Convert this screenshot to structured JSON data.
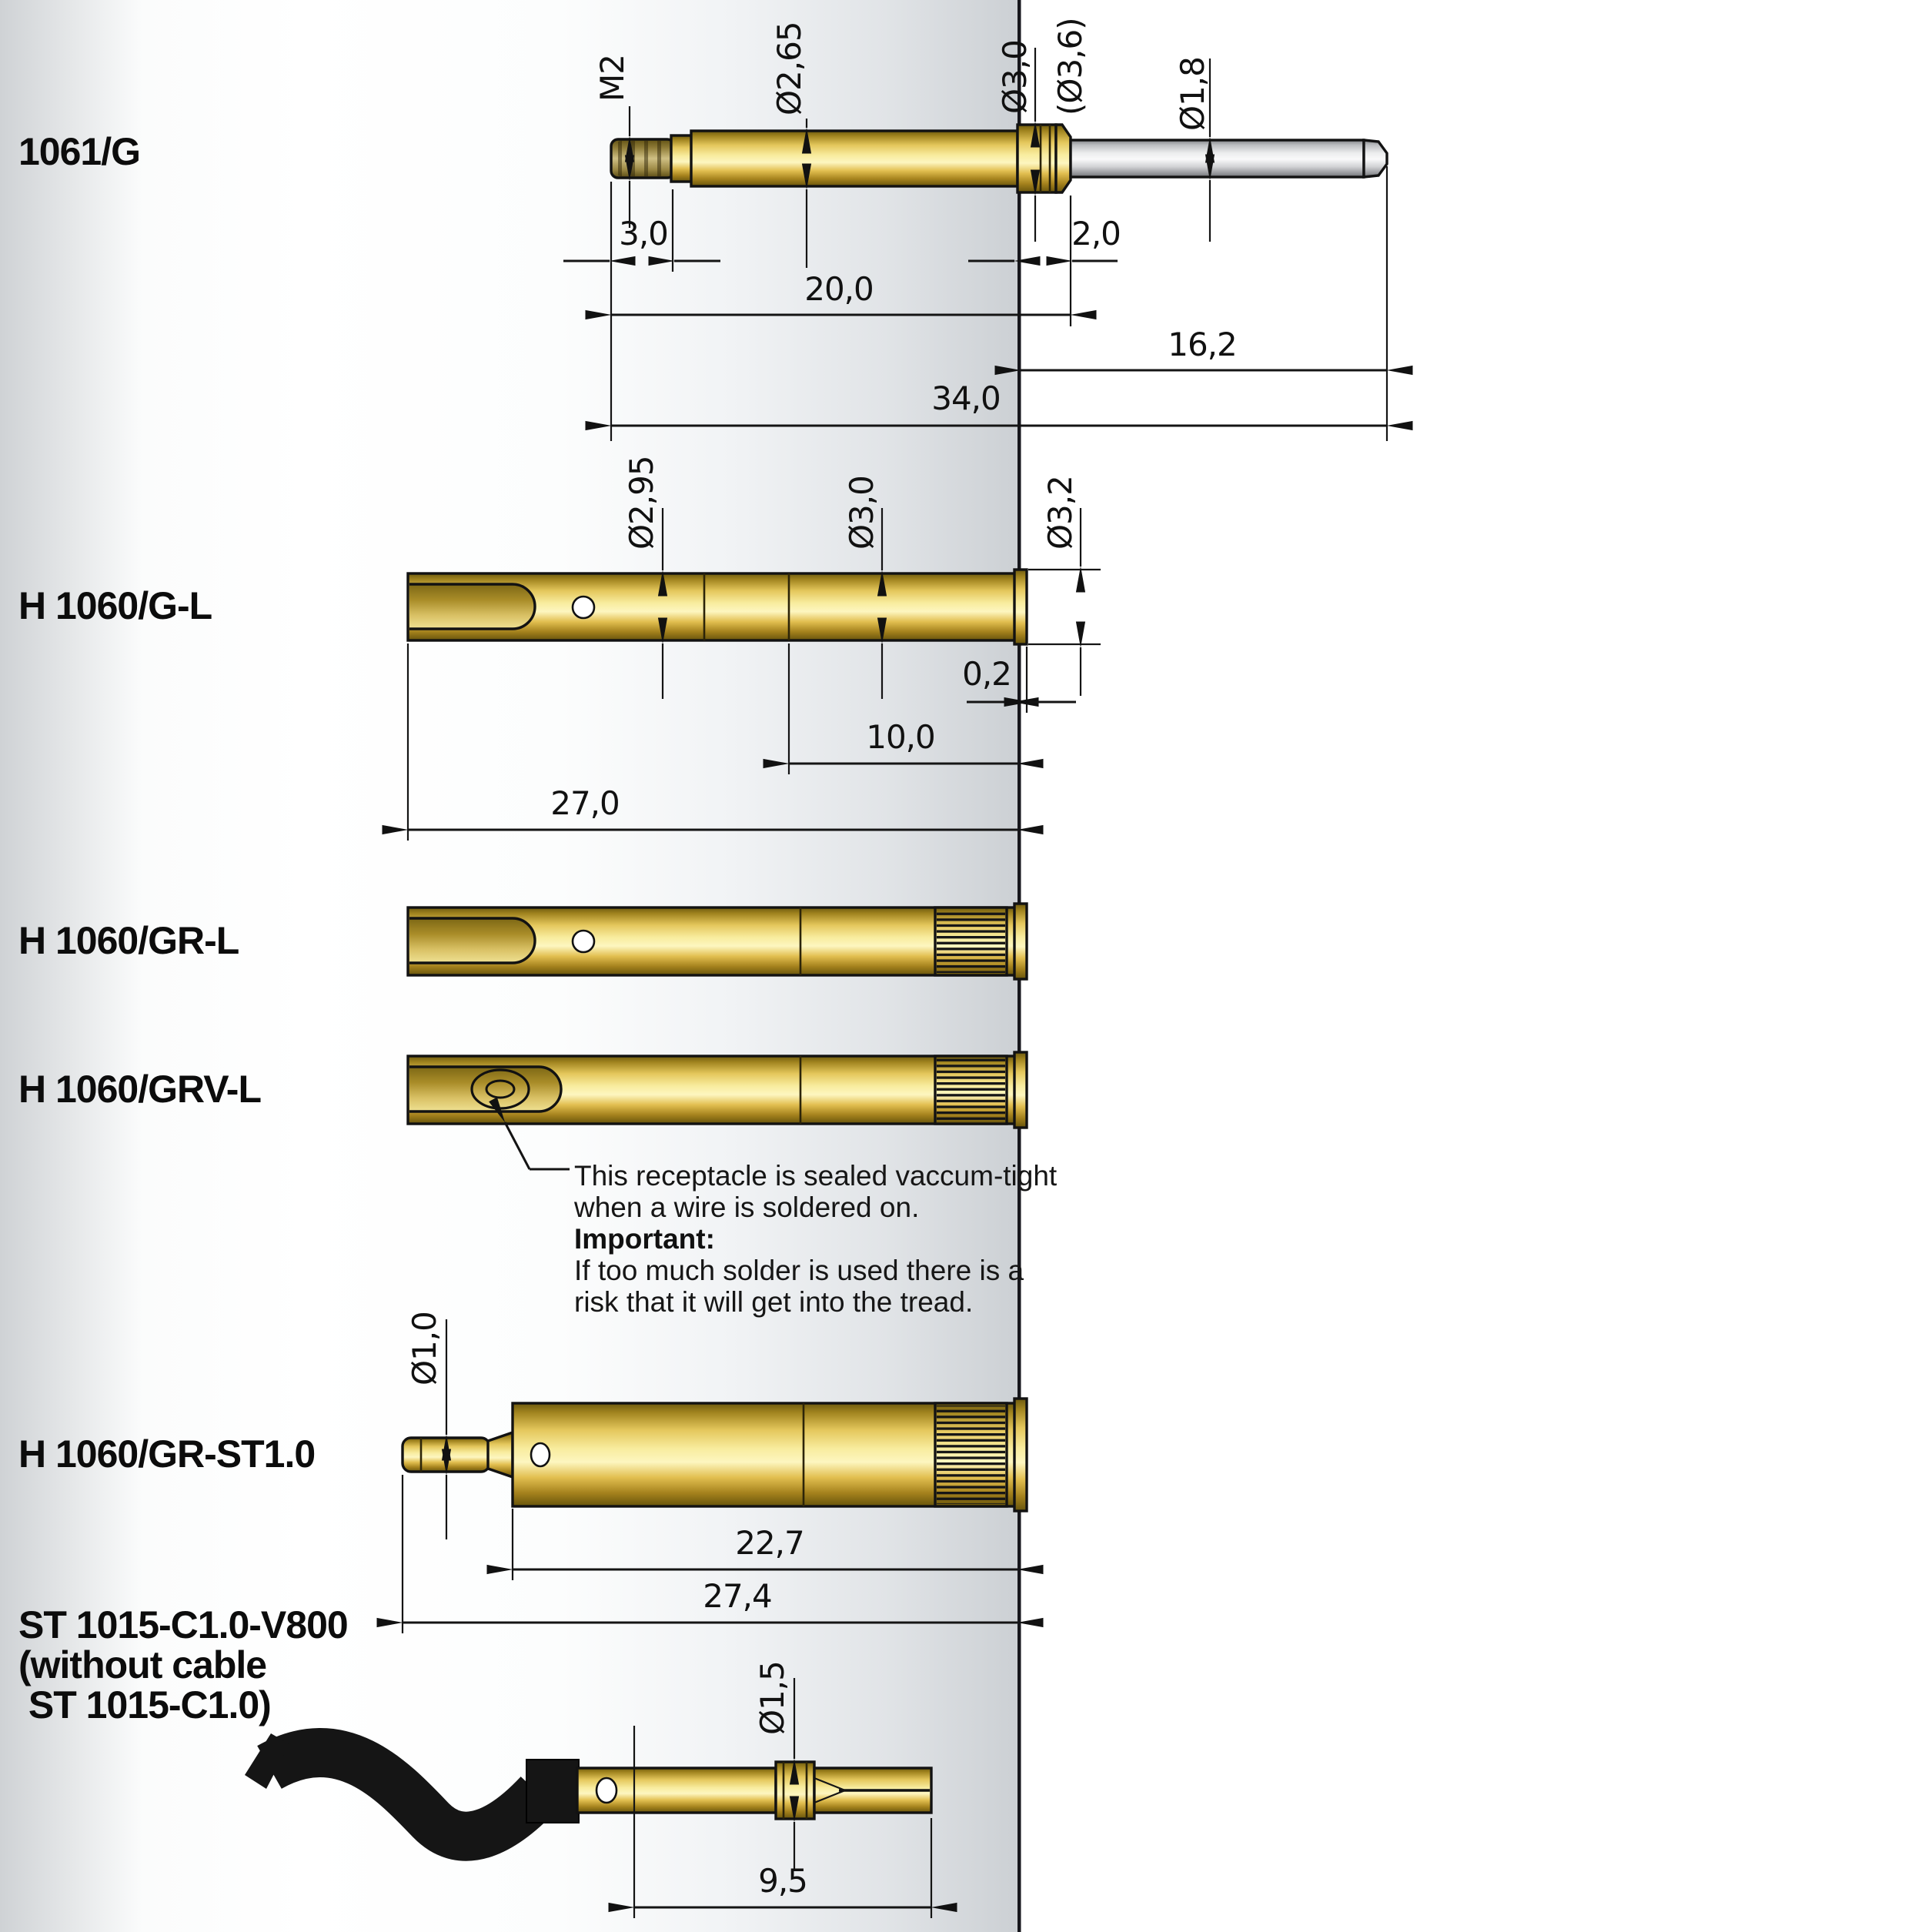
{
  "page": {
    "background": "#ffffff",
    "plate_edge_color": "#17171c",
    "gold_color": "#e4c75c",
    "plunger_color": "#ecedee",
    "cable_color": "#151515"
  },
  "parts": {
    "p1061g": {
      "label": "1061/G",
      "thread_spec": "M2",
      "barrel_dia": "Ø2,65",
      "collar_dia": "Ø3,0",
      "flange_dia": "(Ø3,6)",
      "tip_dia": "Ø1,8",
      "thread_len": "3,0",
      "collar_len": "2,0",
      "barrel_len": "20,0",
      "tip_len": "16,2",
      "total_len": "34,0"
    },
    "h1060gl": {
      "label": "H 1060/G-L",
      "bore_dia": "Ø2,95",
      "body_dia": "Ø3,0",
      "ring_dia": "Ø3,2",
      "ring_len": "0,2",
      "press_len": "10,0",
      "total_len": "27,0"
    },
    "h1060grl": {
      "label": "H 1060/GR-L"
    },
    "h1060grvl": {
      "label": "H 1060/GRV-L",
      "note_line1": "This receptacle is sealed vaccum-tight",
      "note_line2": "when a wire is soldered on.",
      "note_line3": "Important:",
      "note_line4": "If too much solder is used there is a",
      "note_line5": "risk that it will get into the tread."
    },
    "h1060grst10": {
      "label": "H 1060/GR-ST1.0",
      "pin_dia": "Ø1,0",
      "body_len": "22,7",
      "total_len": "27,4"
    },
    "st1015": {
      "label_line1": "ST 1015-C1.0-V800",
      "label_line2": "(without cable",
      "label_line3": " ST 1015-C1.0)",
      "sleeve_dia": "Ø1,5",
      "socket_len": "9,5"
    }
  }
}
